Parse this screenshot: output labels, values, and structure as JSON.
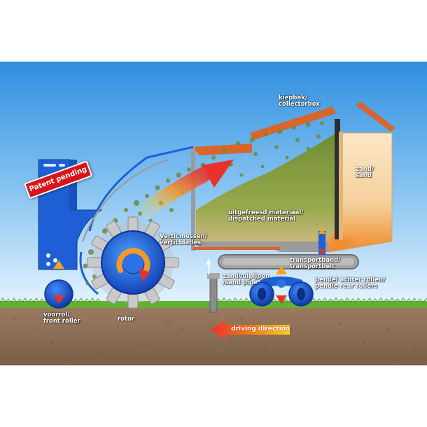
{
  "labels": {
    "patent": "Patent pending",
    "collector_nl": "kiepbak/",
    "collector_en": "collectorbox",
    "sand_nl": "zand/",
    "sand_en": "sand",
    "material_nl": "uitgefreesd materiaal/",
    "material_en": "dispatched material",
    "blades_nl": "Verticmessen/",
    "blades_en": "verticblades",
    "belt_nl": "transportband/",
    "belt_en": "transportbelt",
    "sandpipe_nl": "zandvulpijpen",
    "sandpipe_en": "/sand pipe",
    "rear_nl": "pendel achter rollen/",
    "rear_en": "pendle rear rollers",
    "front_nl": "voorrol/",
    "front_en": "front roller",
    "rotor": "rotor",
    "direction": "driving direction"
  },
  "colors": {
    "sky_top": "#2f8fe0",
    "sky_bottom": "#dcefff",
    "machine_blue": "#1f5fd6",
    "frame_orange": "#d8662a",
    "grass": "#66b33a",
    "soil": "#8a6c54",
    "sand": "#f4d7a8",
    "material": "#7d9a3c",
    "belt": "#9a9a9a",
    "arrow_red": "#e8332a",
    "arrow_yellow": "#f7d21f"
  },
  "icons": [
    "rotor-rotation-icon",
    "up-down-arrow-icon",
    "spray-arrow-icon",
    "direction-arrow-icon"
  ]
}
